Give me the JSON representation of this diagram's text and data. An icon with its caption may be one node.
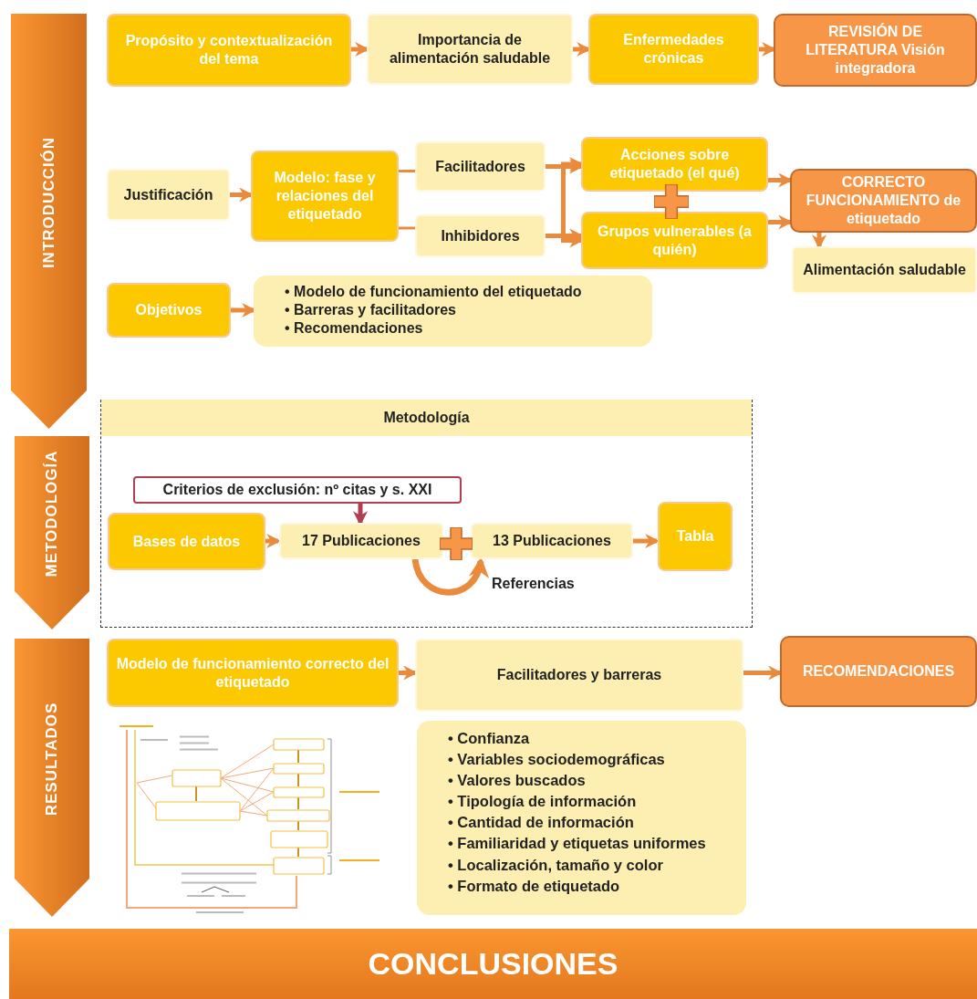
{
  "diagram": {
    "nodes": [
      {
        "text": [
          "INTRODUCCIÓN"
        ]
      },
      {
        "text": [
          "Propósito y contextualización del tema"
        ]
      },
      {
        "text": [
          "Importancia de alimentación saludable"
        ]
      },
      {
        "text": [
          "Enfermedades crónicas"
        ]
      },
      {
        "text": [
          "REVISIÓN DE LITERATURA Visión integradora"
        ]
      },
      {
        "text": [
          "Justificación"
        ]
      },
      {
        "text": [
          "Modelo: fase y relaciones del etiquetado"
        ]
      },
      {
        "text": [
          "Facilitadores"
        ]
      },
      {
        "text": [
          "Inhibidores"
        ]
      },
      {
        "text": [
          "Acciones sobre etiquetado **(el qué)**"
        ]
      },
      {
        "text": [
          "Grupos vulnerables **(a quién)**"
        ]
      },
      {
        "text": [
          "CORRECTO FUNCIONAMIENTO de etiquetado"
        ]
      },
      {
        "text": [
          "Alimentación saludable"
        ]
      },
      {
        "text": [
          "Objetivos"
        ]
      },
      {
        "text": [
          "• Modelo de funcionamiento del etiquetado",
          "• Barreras y facilitadores",
          "• Recomendaciones"
        ]
      },
      {
        "text": [
          "METODOLOGÍA"
        ]
      },
      {
        "text": [
          "Metodología"
        ]
      },
      {
        "text": [
          "Criterios de exclusión: nº citas y s. XXI"
        ],
        "in": 16
      },
      {
        "text": [
          "Bases de datos"
        ],
        "in": 16
      },
      {
        "text": [
          "17 Publicaciones"
        ],
        "in": 16
      },
      {
        "text": [
          "13 Publicaciones"
        ],
        "in": 16
      },
      {
        "text": [
          "Tabla"
        ],
        "in": 16
      },
      {
        "text": [
          "RESULTADOS"
        ]
      },
      {
        "text": [
          "Modelo de funcionamiento correcto del etiquetado"
        ]
      },
      {
        "text": [
          "Facilitadores y barreras"
        ]
      },
      {
        "text": [
          "RECOMENDACIONES"
        ]
      },
      {
        "text": [
          "• Confianza",
          "• Variables sociodemográficas",
          "• Valores buscados",
          "• Tipología de información",
          "• Cantidad de información",
          "• Familiaridad y etiquetas uniformes",
          "• Localización, tamaño y color",
          "• Formato de etiquetado"
        ]
      },
      {
        "text": [
          "CONCLUSIONES"
        ]
      }
    ],
    "edges": [
      {
        "from": 1,
        "to": 2,
        "arrow": "to"
      },
      {
        "from": 2,
        "to": 3,
        "arrow": "to"
      },
      {
        "from": 3,
        "to": 4,
        "arrow": "to"
      },
      {
        "from": 5,
        "to": 6,
        "arrow": "to"
      },
      {
        "from": 6,
        "to": 7,
        "arrow": "none"
      },
      {
        "from": 6,
        "to": 8,
        "arrow": "none"
      },
      {
        "from": 7,
        "to": 9,
        "arrow": "to"
      },
      {
        "from": 7,
        "to": 10,
        "arrow": "to"
      },
      {
        "from": 8,
        "to": 9,
        "arrow": "to"
      },
      {
        "from": 8,
        "to": 10,
        "arrow": "to"
      },
      {
        "from": 9,
        "to": 11,
        "arrow": "to"
      },
      {
        "from": 10,
        "to": 11,
        "arrow": "to"
      },
      {
        "from": 11,
        "to": 12,
        "arrow": "to"
      },
      {
        "from": 13,
        "to": 14,
        "arrow": "to"
      },
      {
        "from": 17,
        "to": 19,
        "arrow": "to",
        "color": "#b04050"
      },
      {
        "from": 18,
        "to": 19,
        "arrow": "to"
      },
      {
        "from": 19,
        "to": 20,
        "arrow": "to",
        "label": "Referencias"
      },
      {
        "from": 20,
        "to": 21,
        "arrow": "to"
      },
      {
        "from": 23,
        "to": 24,
        "arrow": "to"
      },
      {
        "from": 24,
        "to": 25,
        "arrow": "to"
      }
    ]
  }
}
